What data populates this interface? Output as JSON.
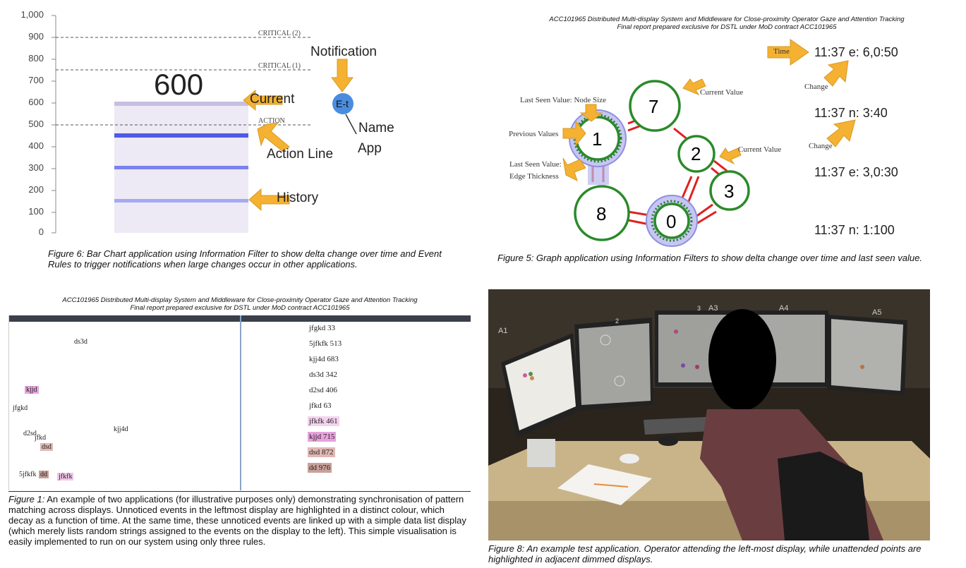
{
  "fig6": {
    "caption": "Figure 6: Bar Chart application using Information Filter to show delta change over time and Event Rules to trigger notifications when large changes occur in other applications.",
    "big_value": "600",
    "labels": {
      "critical2": "CRITICAL (2)",
      "critical1": "CRITICAL (1)",
      "action": "ACTION",
      "current": "Current",
      "action_line": "Action Line",
      "history": "History",
      "notification": "Notification",
      "node": "E-t",
      "name": "Name",
      "app": "App"
    },
    "colors": {
      "bar_light": "#c8c0e0",
      "line_blue": "#5560e8",
      "orange": "#f4b132"
    },
    "chart_data": {
      "type": "bar",
      "yticks": [
        "1,000",
        "900",
        "800",
        "700",
        "600",
        "500",
        "400",
        "300",
        "200",
        "100",
        "0"
      ],
      "ylim": [
        0,
        1000
      ],
      "current": 600,
      "history": [
        450,
        300,
        150
      ],
      "thresholds": [
        {
          "name": "CRITICAL (2)",
          "value": 900
        },
        {
          "name": "CRITICAL (1)",
          "value": 750
        },
        {
          "name": "ACTION",
          "value": 500
        }
      ]
    }
  },
  "fig5": {
    "header1": "ACC101965 Distributed Multi-display System and Middleware for Close-proximity Operator Gaze and Attention Tracking",
    "header2": "Final report prepared exclusive for DSTL under MoD contract ACC101965",
    "caption": "Figure 5: Graph application using Information Filters to show delta change over time and last seen value.",
    "nodes": [
      "7",
      "1",
      "2",
      "3",
      "8",
      "0"
    ],
    "labels": {
      "last_seen_node": "Last Seen Value: Node Size",
      "previous": "Previous Values",
      "last_seen_edge_1": "Last Seen Value:",
      "last_seen_edge_2": "Edge Thickness",
      "current_a": "Current Value",
      "current_b": "Current Value",
      "time": "Time",
      "change_a": "Change",
      "change_b": "Change"
    },
    "log": [
      "11:37 e: 6,0:50",
      "11:37 n: 3:40",
      "11:37 e: 3,0:30",
      "11:37 n: 1:100"
    ]
  },
  "fig1": {
    "header1": "ACC101965 Distributed Multi-display System and Middleware for Close-proximity Operator Gaze and Attention Tracking",
    "header2": "Final report prepared exclusive for DSTL under MoD contract ACC101965",
    "caption_lead": "Figure 1:",
    "caption_body": " An example of two applications (for illustrative purposes only) demonstrating synchronisation of pattern matching across displays. Unnoticed events in the leftmost display are highlighted in a distinct colour, which decay as a function of time. At the same time, these unnoticed events are linked up with a simple data list display (which merely lists random strings assigned to the events on the display to the left). This simple visualisation is easily implemented to run on our system using only three rules.",
    "scatter": [
      "ds3d",
      "kjjd",
      "jfgkd",
      "kjj4d",
      "d2sd",
      "jfkd",
      "dsd",
      "5jfkfk",
      "dd",
      "jfkfk"
    ],
    "list": [
      "jfgkd 33",
      "5jfkfk 513",
      "kjj4d 683",
      "ds3d 342",
      "d2sd 406",
      "jfkd 63",
      "jfkfk 461",
      "kjjd 715",
      "dsd 872",
      "dd 976"
    ]
  },
  "fig8": {
    "caption": "Figure 8: An example test application. Operator attending the left-most display, while unattended points are highlighted in adjacent dimmed displays.",
    "monitor_labels": [
      "A1",
      "2",
      "3",
      "A3",
      "A4",
      "A5"
    ]
  }
}
